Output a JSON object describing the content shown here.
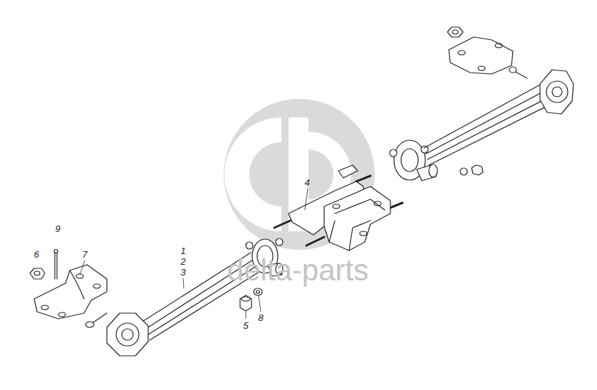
{
  "diagram": {
    "labels": [
      "4",
      "9",
      "6",
      "7",
      "1",
      "2",
      "3",
      "8",
      "5",
      "delta-parts"
    ]
  }
}
